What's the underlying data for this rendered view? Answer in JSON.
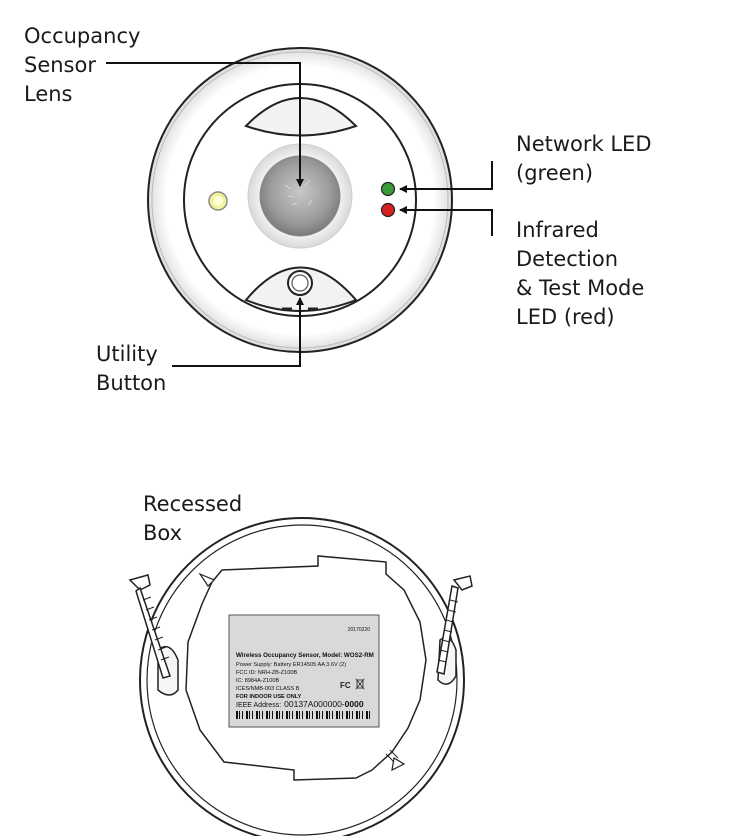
{
  "top_view": {
    "callouts": {
      "lens": "Occupancy\nSensor\nLens",
      "network_led": "Network LED\n(green)",
      "infrared_led": "Infrared\nDetection\n& Test Mode\nLED (red)",
      "utility_button": "Utility\nButton"
    },
    "colors": {
      "network_led": "#3a9a3a",
      "infrared_led": "#d42020",
      "indicator_led": "#f2f29a",
      "outline": "#222222"
    }
  },
  "back_view": {
    "callout": "Recessed\nBox",
    "product_label": {
      "code": "20170220",
      "title": "Wireless Occupancy Sensor, Model: WOS2-RM",
      "lines": [
        "Power Supply: Battery ER14505 AA 3.6V (2)",
        "FCC ID: NRH-ZB-Z100B",
        "IC: 8984A-Z100B",
        "ICES/NMB-003 CLASS B",
        "FOR INDOOR USE ONLY"
      ],
      "ieee_prefix": "IEEE Address:",
      "ieee_value": "00137A000000-",
      "ieee_suffix": "0000",
      "label_color": "#d9d9d9"
    }
  }
}
